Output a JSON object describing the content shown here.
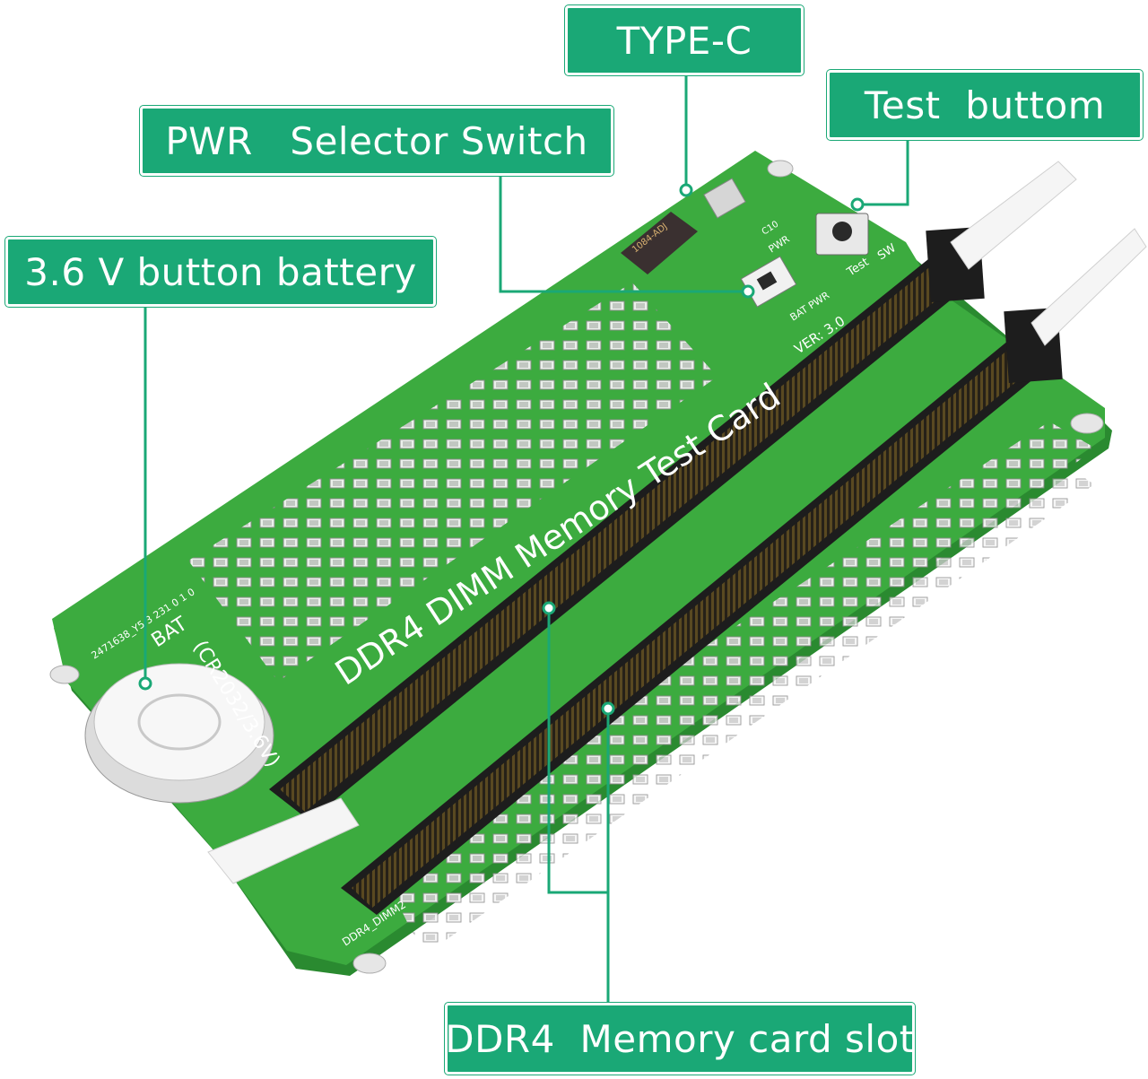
{
  "callouts": {
    "type_c": "TYPE-C",
    "test_button": "Test  buttom",
    "pwr_switch": "PWR   Selector Switch",
    "battery": "3.6 V button battery",
    "memory_slot": "DDR4  Memory card slot"
  },
  "board": {
    "title": "DDR4  DIMM  Memory  Test  Card",
    "version": "VER: 3.0",
    "bat_label": "BAT",
    "battery_spec": "(CR2032/3.6V)",
    "slot_label": "DDR4_DIMM2",
    "test_label": "Test",
    "sw_label": "SW",
    "pwr_label": "PWR",
    "bat_pwr_label": "BAT  PWR",
    "c10_label": "C10",
    "part_code": "2471638_Y5 3 231 0 1 0",
    "regulator_label": "1084-ADJ"
  },
  "colors": {
    "board": "#3cab3f",
    "board_edge": "#2a8a30",
    "accent": "#1aa876",
    "slot": "#1d1d1d",
    "label_bg": "#1aa876"
  }
}
